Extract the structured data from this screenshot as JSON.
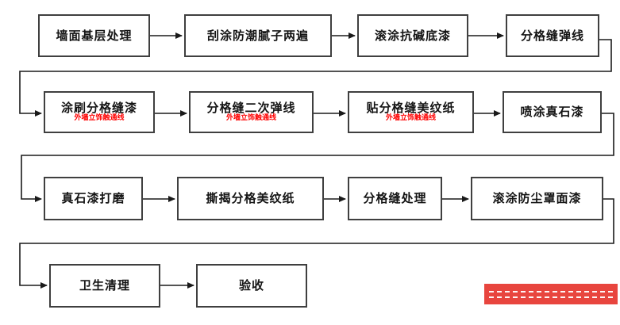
{
  "diagram": {
    "type": "flowchart",
    "rows": [
      {
        "boxes": [
          {
            "label": "墙面基层处理"
          },
          {
            "label": "刮涂防潮腻子两遍"
          },
          {
            "label": "滚涂抗碱底漆"
          },
          {
            "label": "分格缝弹线"
          }
        ]
      },
      {
        "boxes": [
          {
            "label": "涂刷分格缝漆",
            "note": "外墙立饰触通线"
          },
          {
            "label": "分格缝二次弹线",
            "note": "外墙立饰触通线"
          },
          {
            "label": "贴分格缝美纹纸",
            "note": "外墙立饰触通线"
          },
          {
            "label": "喷涂真石漆"
          }
        ]
      },
      {
        "boxes": [
          {
            "label": "真石漆打磨"
          },
          {
            "label": "撕揭分格美纹纸"
          },
          {
            "label": "分格缝处理"
          },
          {
            "label": "滚涂防尘罩面漆"
          }
        ]
      },
      {
        "boxes": [
          {
            "label": "卫生清理"
          },
          {
            "label": "验收"
          }
        ]
      }
    ],
    "colors": {
      "box_border": "#3f3f3f",
      "connector": "#1a1a1a",
      "note_red": "#ff0000",
      "banner_red": "#e8453e"
    }
  }
}
